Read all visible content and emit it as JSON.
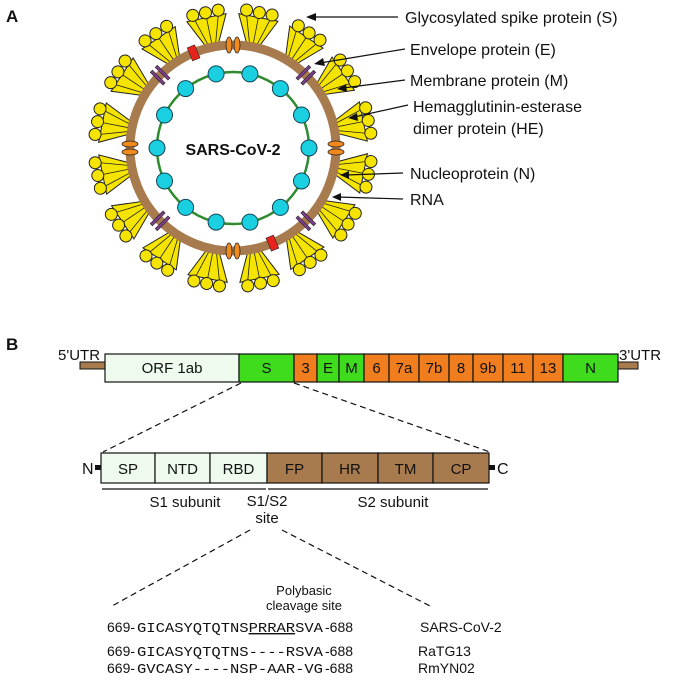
{
  "panels": {
    "a": "A",
    "b": "B"
  },
  "virion": {
    "center_label": "SARS-CoV-2",
    "labels": {
      "spike": "Glycosylated spike protein (S)",
      "envelope": "Envelope protein (E)",
      "membrane": "Membrane protein (M)",
      "he_line1": "Hemagglutinin-esterase",
      "he_line2": "dimer protein (HE)",
      "nucleoprotein": "Nucleoprotein (N)",
      "rna": "RNA"
    },
    "colors": {
      "envelope_ring": "#a87b4f",
      "rna_ring": "#2e8b2e",
      "spike": "#f5e400",
      "nucleoprotein": "#1ad0e0",
      "envelope_protein": "#f08a1c",
      "membrane_protein": "#7b3d8c",
      "he_protein": "#e8231c"
    }
  },
  "genome": {
    "utr5": "5'UTR",
    "utr3": "3'UTR",
    "segments": [
      {
        "label": "ORF 1ab",
        "color": "#eefaee"
      },
      {
        "label": "S",
        "color": "#3fdc1e"
      },
      {
        "label": "3",
        "color": "#f07d1e"
      },
      {
        "label": "E",
        "color": "#3fdc1e"
      },
      {
        "label": "M",
        "color": "#3fdc1e"
      },
      {
        "label": "6",
        "color": "#f07d1e"
      },
      {
        "label": "7a",
        "color": "#f07d1e"
      },
      {
        "label": "7b",
        "color": "#f07d1e"
      },
      {
        "label": "8",
        "color": "#f07d1e"
      },
      {
        "label": "9b",
        "color": "#f07d1e"
      },
      {
        "label": "11",
        "color": "#f07d1e"
      },
      {
        "label": "13",
        "color": "#f07d1e"
      },
      {
        "label": "N",
        "color": "#3fdc1e"
      }
    ],
    "utr_color": "#a87b4f"
  },
  "spike_domains": {
    "n_term": "N",
    "c_term": "C",
    "s1": [
      {
        "label": "SP"
      },
      {
        "label": "NTD"
      },
      {
        "label": "RBD"
      }
    ],
    "s2": [
      {
        "label": "FP"
      },
      {
        "label": "HR"
      },
      {
        "label": "TM"
      },
      {
        "label": "CP"
      }
    ],
    "s1_color": "#eefaee",
    "s2_color": "#a87b4f",
    "s1_subunit": "S1 subunit",
    "s2_subunit": "S2 subunit",
    "site_line1": "S1/S2",
    "site_line2": "site"
  },
  "alignment": {
    "polybasic_line1": "Polybasic",
    "polybasic_line2": "cleavage site",
    "rows": [
      {
        "start": "669-",
        "pre": "GICASYQTQTNS",
        "mid": "PRRAR",
        "post": "SVA",
        "end": "-688",
        "name": "SARS-CoV-2"
      },
      {
        "start": "669-",
        "pre": "GICASYQTQTNS",
        "mid": "----R",
        "post": "SVA",
        "end": "-688",
        "name": "RaTG13"
      },
      {
        "start": "669-",
        "pre": "GVCASY----NS",
        "mid": "P-AAR",
        "post": "-VG",
        "end": "-688",
        "name": "RmYN02"
      }
    ],
    "highlight_color": "#e02020"
  }
}
